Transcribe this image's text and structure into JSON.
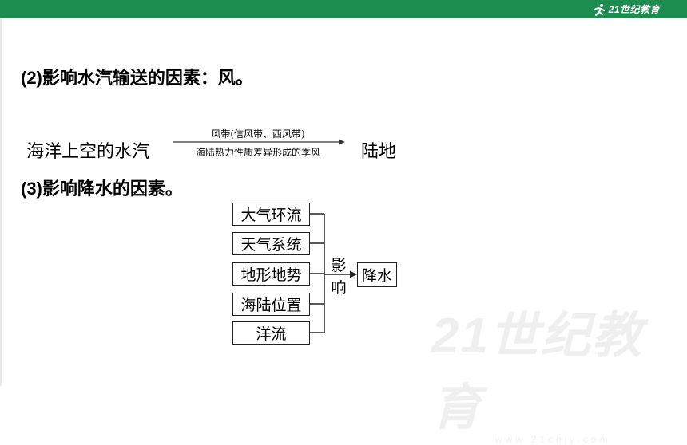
{
  "header": {
    "brand": "21世纪教育"
  },
  "content": {
    "line1_num": "(2)",
    "line1_text": "影响水汽输送的因素：风。",
    "flow_source": "海洋上空的水汽",
    "flow_arrow_top": "风带(信风带、西风带)",
    "flow_arrow_bottom": "海陆热力性质差异形成的季风",
    "flow_destination": "陆地",
    "line3_num": "(3)",
    "line3_text": "影响降水的因素。"
  },
  "diagram": {
    "factors": [
      "大气环流",
      "天气系统",
      "地形地势",
      "海陆位置",
      "洋流"
    ],
    "connector_char1": "影",
    "connector_char2": "响",
    "result": "降水"
  },
  "watermark": {
    "brand": "21世纪教育",
    "url": "www.21cnjy.com"
  }
}
